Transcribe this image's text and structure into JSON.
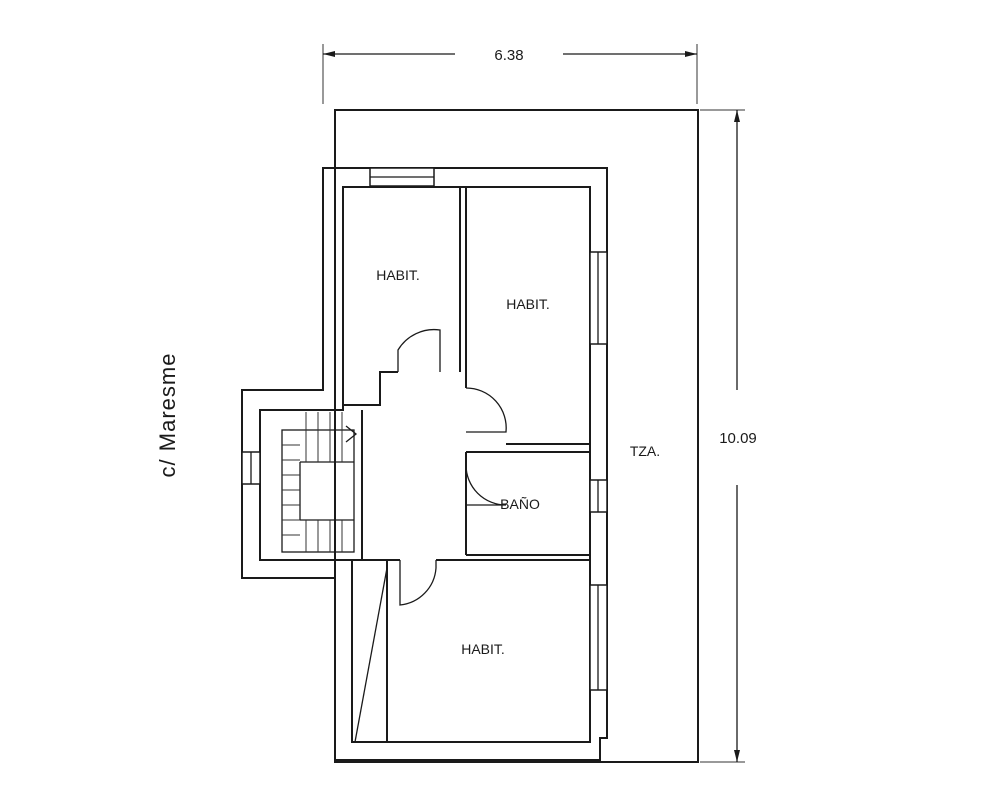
{
  "dimensions": {
    "width": "6.38",
    "height": "10.09"
  },
  "street_label": "c/  Maresme",
  "rooms": {
    "habit_top_left": "HABIT.",
    "habit_top_right": "HABIT.",
    "habit_bottom": "HABIT.",
    "bano": "BAÑO",
    "terraza": "TZA."
  },
  "colors": {
    "line": "#1a1a1a",
    "background": "#ffffff"
  }
}
